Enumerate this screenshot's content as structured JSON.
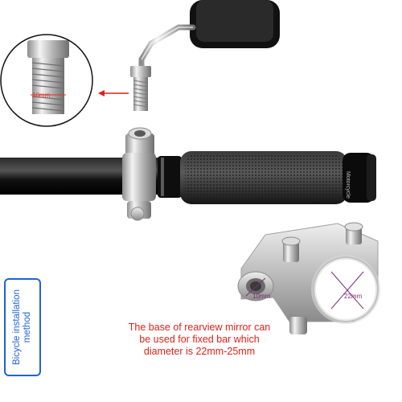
{
  "callout": {
    "thread_size": "10mm"
  },
  "clamp": {
    "bar_diameter": "22mm",
    "thread_size": "10mm"
  },
  "brand": "Motorcycle",
  "caption": {
    "line1": "The base of rearview mirror can",
    "line2": "be used for fixed bar which",
    "line3": "diameter is 22mm-25mm"
  },
  "side_label": {
    "line1": "Bicycle installation",
    "line2": "method"
  },
  "colors": {
    "caption": "#e0211a",
    "side_label": "#1e63d6",
    "dimension": "#7a2d73",
    "callout_arrow": "#e0211a"
  }
}
